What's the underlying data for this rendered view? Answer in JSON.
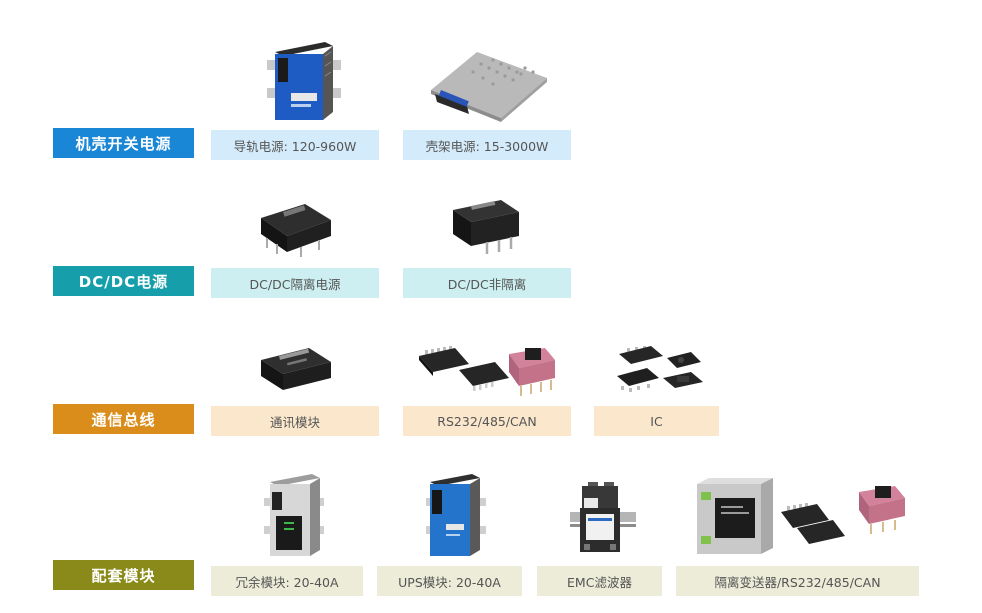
{
  "colors": {
    "power_accent": "#1a86d6",
    "power_label_bg": "#d4ebfb",
    "dcdc_accent": "#169faa",
    "dcdc_label_bg": "#cdeff1",
    "comm_accent": "#da8d1a",
    "comm_label_bg": "#fbe8cc",
    "kit_accent": "#8a8a1a",
    "kit_label_bg": "#ececd9"
  },
  "rows": [
    {
      "category": "机壳开关电源",
      "items": [
        {
          "label": "导轨电源: 120-960W",
          "icon": "din-rail-psu-image"
        },
        {
          "label": "壳架电源: 15-3000W",
          "icon": "enclosed-psu-image"
        }
      ]
    },
    {
      "category": "DC/DC电源",
      "items": [
        {
          "label": "DC/DC隔离电源",
          "icon": "dip-module-image"
        },
        {
          "label": "DC/DC非隔离",
          "icon": "sip-module-image"
        }
      ]
    },
    {
      "category": "通信总线",
      "items": [
        {
          "label": "通讯模块",
          "icon": "comm-module-image"
        },
        {
          "label": "RS232/485/CAN",
          "icon": "transceiver-chips-image"
        },
        {
          "label": "IC",
          "icon": "ic-chips-image"
        }
      ]
    },
    {
      "category": "配套模块",
      "items": [
        {
          "label": "冗余模块: 20-40A",
          "icon": "redundancy-module-image"
        },
        {
          "label": "UPS模块: 20-40A",
          "icon": "ups-module-image"
        },
        {
          "label": "EMC滤波器",
          "icon": "emc-filter-image"
        },
        {
          "label": "隔离变送器/RS232/485/CAN",
          "icon": "isolation-transmitter-image"
        }
      ]
    }
  ]
}
